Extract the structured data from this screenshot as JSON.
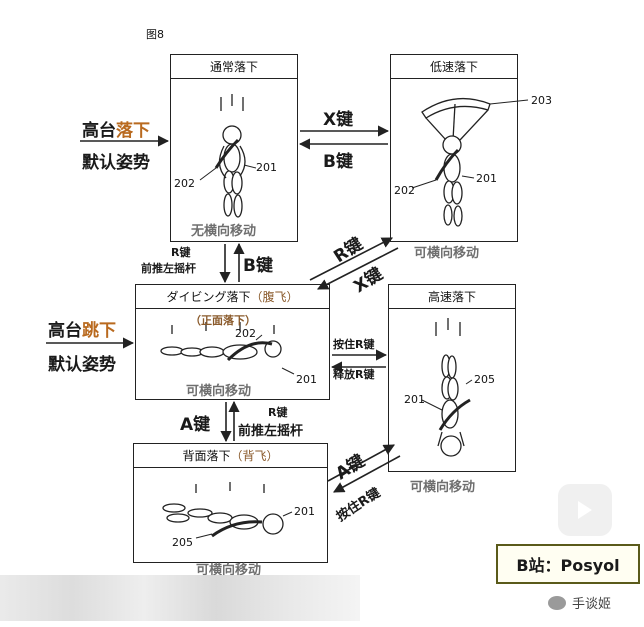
{
  "figure_label": "图8",
  "boxes": {
    "normal": {
      "title": "通常落下",
      "motion": "无横向移动"
    },
    "slow": {
      "title": "低速落下",
      "motion": "可横向移动"
    },
    "diving": {
      "title_main": "ダイビング落下",
      "title_paren": "（腹飞）",
      "sub": "（正面落下）",
      "motion": "可横向移动"
    },
    "fast": {
      "title": "高速落下",
      "motion": "可横向移动"
    },
    "back": {
      "title_main": "背面落下",
      "title_paren": "（背飞）",
      "motion": "可横向移动"
    }
  },
  "left_entries": {
    "top": {
      "prefix": "高台",
      "highlight": "落下",
      "sub": "默认姿势"
    },
    "bottom": {
      "prefix": "高台",
      "highlight": "跳下",
      "sub": "默认姿势"
    }
  },
  "transitions": {
    "x_key_top": "X键",
    "b_key_top": "B键",
    "r_key_left": "R键",
    "push_left_stick_1": "前推左摇杆",
    "b_key_mid": "B键",
    "r_key_diag": "R键",
    "x_key_diag": "X键",
    "hold_r": "按住R键",
    "release_r": "释放R键",
    "a_key_mid": "A键",
    "r_key_mid": "R键",
    "push_left_stick_2": "前推左摇杆",
    "a_key_diag": "A键",
    "hold_r_diag": "按住R键"
  },
  "refs": {
    "r201": "201",
    "r202": "202",
    "r203": "203",
    "r205": "205"
  },
  "watermark": {
    "site_label": "B站：Posyol",
    "account": "手谈姬"
  },
  "colors": {
    "accent": "#b96a1f",
    "motion_gray": "#6f6f6f",
    "watermark_bg": "#fffef2",
    "watermark_border": "#5a5a1a"
  }
}
